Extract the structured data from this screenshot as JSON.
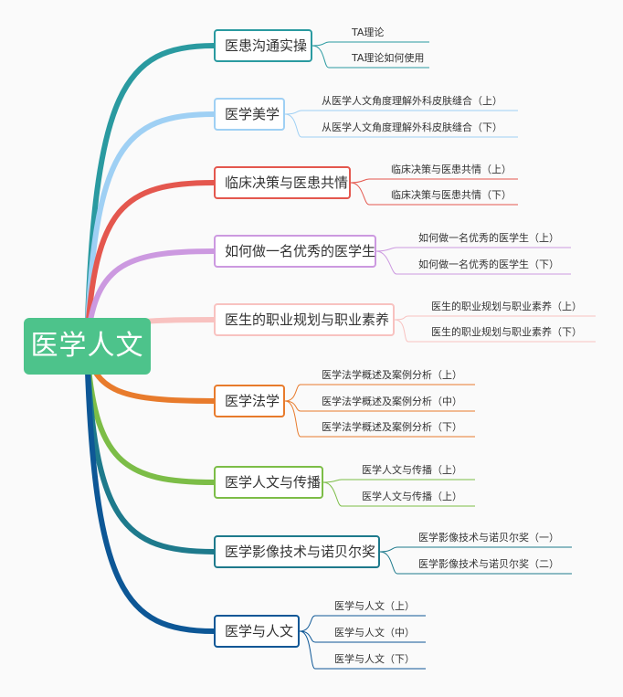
{
  "root": {
    "label": "医学人文",
    "color": "#4dc38b"
  },
  "branches": [
    {
      "label": "医患沟通实操",
      "color": "#2a9aa0",
      "children": [
        "TA理论",
        "TA理论如何使用"
      ]
    },
    {
      "label": "医学美学",
      "color": "#9fd0f4",
      "children": [
        "从医学人文角度理解外科皮肤缝合（上）",
        "从医学人文角度理解外科皮肤缝合（下）"
      ]
    },
    {
      "label": "临床决策与医患共情",
      "color": "#e4574e",
      "children": [
        "临床决策与医患共情（上）",
        "临床决策与医患共情（下）"
      ]
    },
    {
      "label": "如何做一名优秀的医学生",
      "color": "#cc99e0",
      "children": [
        "如何做一名优秀的医学生（上）",
        "如何做一名优秀的医学生（下）"
      ]
    },
    {
      "label": "医生的职业规划与职业素养",
      "color": "#f8c2c0",
      "children": [
        "医生的职业规划与职业素养（上）",
        "医生的职业规划与职业素养（下）"
      ]
    },
    {
      "label": "医学法学",
      "color": "#e87b2c",
      "children": [
        "医学法学概述及案例分析（上）",
        "医学法学概述及案例分析（中）",
        "医学法学概述及案例分析（下）"
      ]
    },
    {
      "label": "医学人文与传播",
      "color": "#7cbd47",
      "children": [
        "医学人文与传播（上）",
        "医学人文与传播（上）"
      ]
    },
    {
      "label": "医学影像技术与诺贝尔奖",
      "color": "#1e7a8c",
      "children": [
        "医学影像技术与诺贝尔奖（一）",
        "医学影像技术与诺贝尔奖（二）"
      ]
    },
    {
      "label": "医学与人文",
      "color": "#0d5796",
      "children": [
        "医学与人文（上）",
        "医学与人文（中）",
        "医学与人文（下）"
      ]
    }
  ]
}
